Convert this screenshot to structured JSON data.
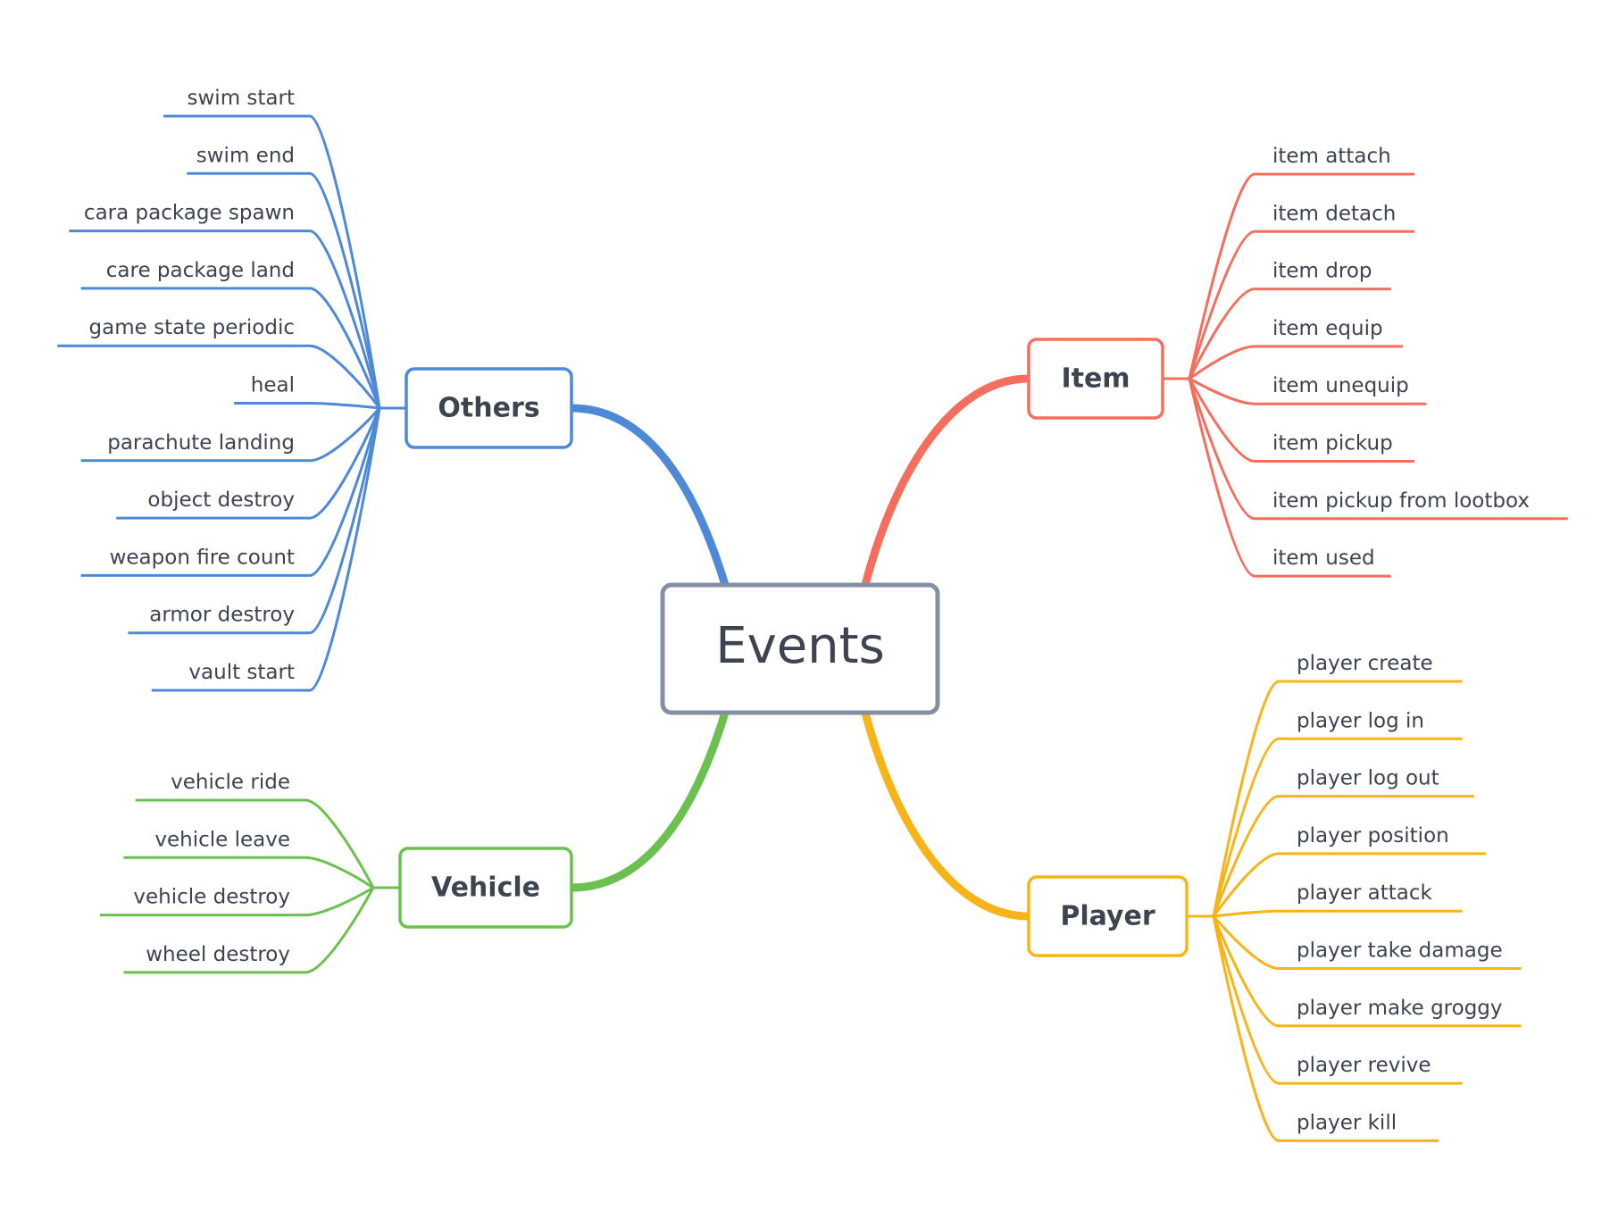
{
  "root": {
    "label": "Events",
    "color": "#858fa3"
  },
  "branches": [
    {
      "key": "others",
      "label": "Others",
      "color": "#4e89d8",
      "items": [
        "swim start",
        "swim end",
        "cara package spawn",
        "care package land",
        "game state periodic",
        "heal",
        "parachute landing",
        "object destroy",
        "weapon fire count",
        "armor destroy",
        "vault start"
      ]
    },
    {
      "key": "vehicle",
      "label": "Vehicle",
      "color": "#6cc04f",
      "items": [
        "vehicle ride",
        "vehicle leave",
        "vehicle destroy",
        "wheel destroy"
      ]
    },
    {
      "key": "item",
      "label": "Item",
      "color": "#f46e5e",
      "items": [
        "item attach",
        "item detach",
        "item drop",
        "item equip",
        "item unequip",
        "item pickup",
        "item pickup from lootbox",
        "item used"
      ]
    },
    {
      "key": "player",
      "label": "Player",
      "color": "#f7b418",
      "items": [
        "player create",
        "player log in",
        "player log out",
        "player position",
        "player attack",
        "player take damage",
        "player make groggy",
        "player revive",
        "player kill"
      ]
    }
  ]
}
